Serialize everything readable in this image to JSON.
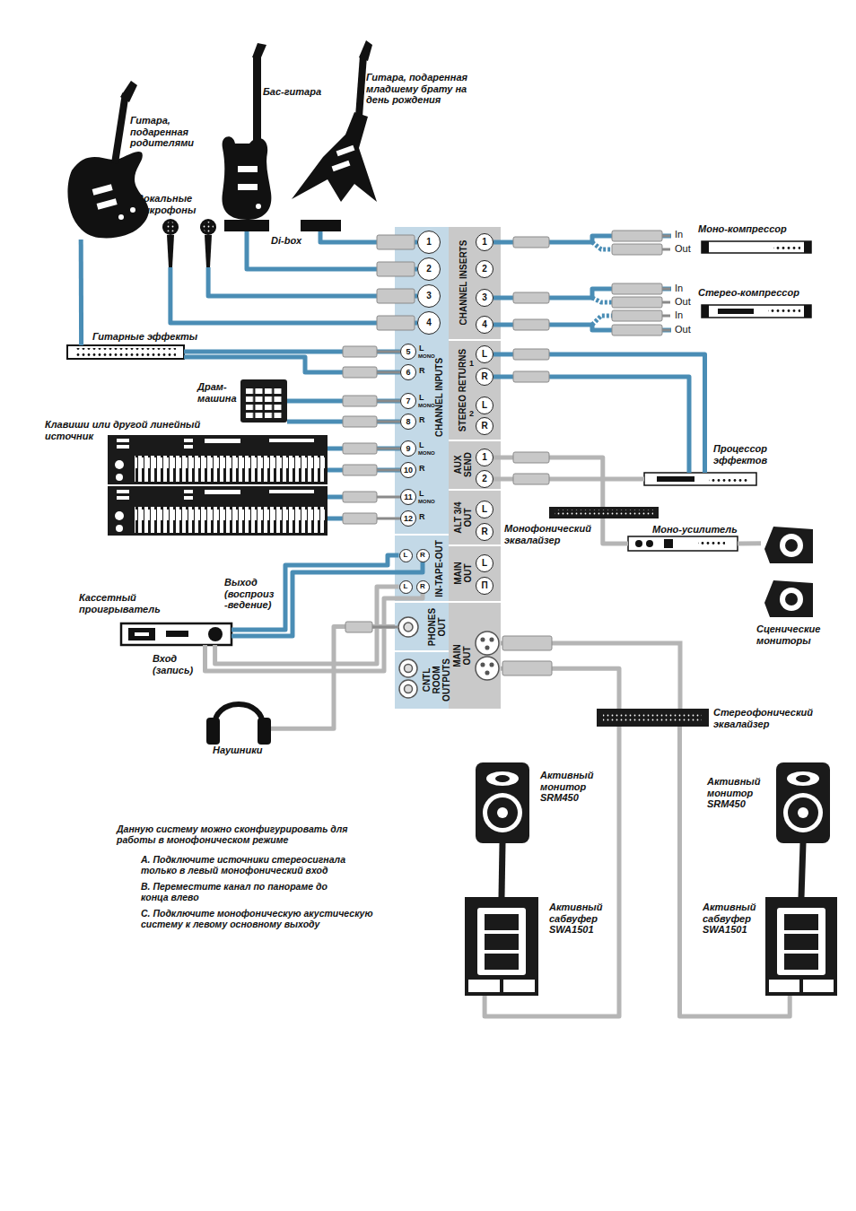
{
  "diagram": {
    "nodes": [
      {
        "text": [
          "Гитара, подаренная родителями"
        ]
      },
      {
        "text": [
          "Бас-гитара"
        ]
      },
      {
        "text": [
          "Гитара, подаренная младшему брату на день рождения"
        ]
      },
      {
        "text": [
          "Вокальные микрофоны"
        ]
      },
      {
        "text": [
          "Моно-компрессор"
        ]
      },
      {
        "text": [
          "Стерео-компрессор"
        ]
      },
      {
        "text": [
          "Гитарные эффекты"
        ]
      },
      {
        "text": [
          "Драм-машина"
        ]
      },
      {
        "text": [
          "Клавиши или другой линейный источник"
        ]
      },
      {
        "text": [
          "Процессор эффектов"
        ]
      },
      {
        "text": [
          "Монофонический эквалайзер"
        ]
      },
      {
        "text": [
          "Моно-усилитель"
        ]
      },
      {
        "text": [
          "Сценические мониторы"
        ]
      },
      {
        "text": [
          "Кассетный проигрыватель"
        ]
      },
      {
        "text": [
          "Наушники"
        ]
      },
      {
        "text": [
          "Стереофонический эквалайзер"
        ]
      },
      {
        "text": [
          "Активный монитор SRM450"
        ]
      },
      {
        "text": [
          "Активный монитор SRM450"
        ]
      },
      {
        "text": [
          "Активный сабвуфер SWA1501"
        ]
      },
      {
        "text": [
          "Активный сабвуфер SWA1501"
        ]
      },
      {
        "text": [
          "CHANNEL INPUTS"
        ]
      },
      {
        "text": [
          "1"
        ],
        "in": 20
      },
      {
        "text": [
          "2"
        ],
        "in": 20
      },
      {
        "text": [
          "3"
        ],
        "in": 20
      },
      {
        "text": [
          "4"
        ],
        "in": 20
      },
      {
        "text": [
          "5"
        ],
        "in": 20
      },
      {
        "text": [
          "6"
        ],
        "in": 20
      },
      {
        "text": [
          "7"
        ],
        "in": 20
      },
      {
        "text": [
          "8"
        ],
        "in": 20
      },
      {
        "text": [
          "9"
        ],
        "in": 20
      },
      {
        "text": [
          "10"
        ],
        "in": 20
      },
      {
        "text": [
          "11"
        ],
        "in": 20
      },
      {
        "text": [
          "12"
        ],
        "in": 20
      },
      {
        "text": [
          "IN-TAPE-OUT"
        ]
      },
      {
        "text": [
          "L"
        ],
        "in": 33
      },
      {
        "text": [
          "R"
        ],
        "in": 33
      },
      {
        "text": [
          "L"
        ],
        "in": 33
      },
      {
        "text": [
          "R"
        ],
        "in": 33
      },
      {
        "text": [
          "PHONES OUT"
        ]
      },
      {
        "text": [
          "CNTL ROOM OUTPUTS"
        ]
      },
      {
        "text": [
          "CHANNEL INSERTS"
        ]
      },
      {
        "text": [
          "1"
        ],
        "in": 40
      },
      {
        "text": [
          "2"
        ],
        "in": 40
      },
      {
        "text": [
          "3"
        ],
        "in": 40
      },
      {
        "text": [
          "4"
        ],
        "in": 40
      },
      {
        "text": [
          "STEREO RETURNS"
        ]
      },
      {
        "text": [
          "L"
        ],
        "in": 45
      },
      {
        "text": [
          "R"
        ],
        "in": 45
      },
      {
        "text": [
          "L"
        ],
        "in": 45
      },
      {
        "text": [
          "R"
        ],
        "in": 45
      },
      {
        "text": [
          "AUX SEND"
        ]
      },
      {
        "text": [
          "1"
        ],
        "in": 50
      },
      {
        "text": [
          "2"
        ],
        "in": 50
      },
      {
        "text": [
          "ALT 3/4 OUT"
        ]
      },
      {
        "text": [
          "L"
        ],
        "in": 53
      },
      {
        "text": [
          "R"
        ],
        "in": 53
      },
      {
        "text": [
          "MAIN OUT"
        ]
      },
      {
        "text": [
          "L"
        ],
        "in": 56
      },
      {
        "text": [
          "П"
        ],
        "in": 56
      },
      {
        "text": [
          "MAIN OUT"
        ]
      }
    ],
    "edges": [
      {
        "from": 0,
        "to": 6,
        "arrow": "none"
      },
      {
        "from": 2,
        "to": 21,
        "arrow": "none"
      },
      {
        "from": 1,
        "to": 22,
        "arrow": "none"
      },
      {
        "from": 3,
        "to": 23,
        "arrow": "none"
      },
      {
        "from": 3,
        "to": 24,
        "arrow": "none"
      },
      {
        "from": 6,
        "to": 25,
        "arrow": "none"
      },
      {
        "from": 6,
        "to": 26,
        "arrow": "none"
      },
      {
        "from": 7,
        "to": 27,
        "arrow": "none"
      },
      {
        "from": 7,
        "to": 28,
        "arrow": "none"
      },
      {
        "from": 8,
        "to": 29,
        "arrow": "none"
      },
      {
        "from": 8,
        "to": 30,
        "arrow": "none"
      },
      {
        "from": 41,
        "to": 4,
        "arrow": "none"
      },
      {
        "from": 43,
        "to": 5,
        "arrow": "none"
      },
      {
        "from": 44,
        "to": 5,
        "arrow": "none"
      },
      {
        "from": 9,
        "to": 46,
        "arrow": "none"
      },
      {
        "from": 9,
        "to": 47,
        "arrow": "none"
      },
      {
        "from": 52,
        "to": 9,
        "arrow": "none"
      },
      {
        "from": 51,
        "to": 10,
        "arrow": "none"
      },
      {
        "from": 10,
        "to": 11,
        "arrow": "none"
      },
      {
        "from": 11,
        "to": 12,
        "arrow": "none"
      },
      {
        "from": 13,
        "to": 34,
        "arrow": "none"
      },
      {
        "from": 13,
        "to": 35,
        "arrow": "none"
      },
      {
        "from": 36,
        "to": 13,
        "arrow": "none"
      },
      {
        "from": 37,
        "to": 13,
        "arrow": "none"
      },
      {
        "from": 38,
        "to": 14,
        "arrow": "none"
      },
      {
        "from": 59,
        "to": 15,
        "arrow": "none"
      },
      {
        "from": 15,
        "to": 18,
        "arrow": "none"
      },
      {
        "from": 15,
        "to": 19,
        "arrow": "none"
      },
      {
        "from": 18,
        "to": 16,
        "arrow": "none"
      },
      {
        "from": 19,
        "to": 17,
        "arrow": "none"
      }
    ],
    "labels": [
      "Di-box",
      "In",
      "Out",
      "In",
      "Out",
      "In",
      "Out",
      "L",
      "MONO",
      "R",
      "L",
      "MONO",
      "R",
      "L",
      "MONO",
      "R",
      "L",
      "MONO",
      "R",
      "1",
      "2",
      "Выход (воспроиз -ведение)",
      "Вход (запись)",
      "Данную систему можно сконфигурировать для работы в монофоническом режиме",
      "A. Подключите источники стереосигнала только в левый монофонический вход",
      "B. Переместите канал по панораме до конца влево",
      "C. Подключите монофоническую акустическую систему к левому основному выходу"
    ]
  }
}
